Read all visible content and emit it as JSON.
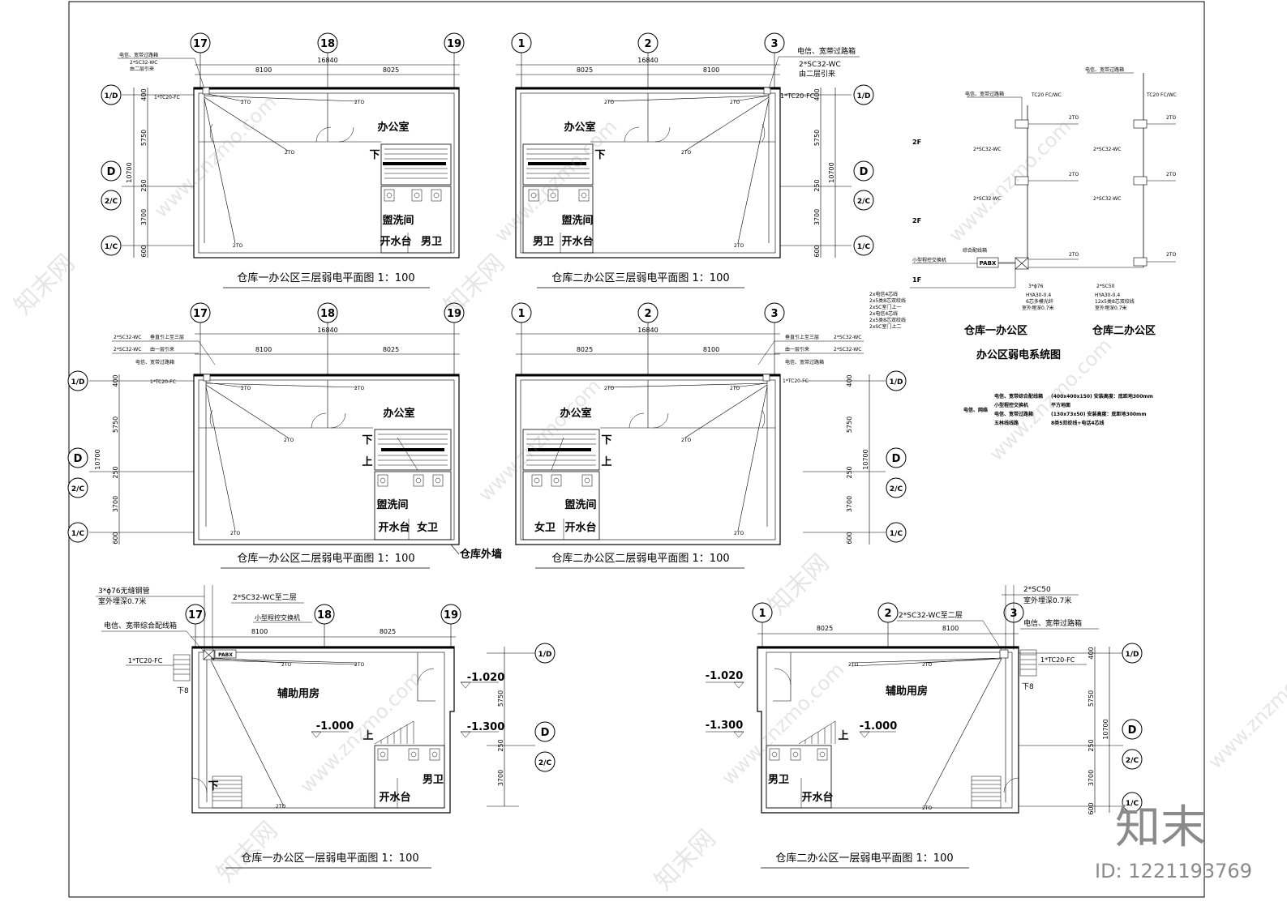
{
  "plans": {
    "p1": {
      "title": "仓库一办公区三层弱电平面图 1：100",
      "axes_top": [
        "17",
        "18",
        "19"
      ],
      "dims": [
        "16840",
        "8100",
        "8025"
      ],
      "axes_side": [
        "1/D",
        "D",
        "2/C",
        "1/C"
      ],
      "side_dims": [
        "10700",
        "5750",
        "250",
        "3700",
        "400",
        "600"
      ],
      "rooms": [
        "办公室",
        "盥洗间",
        "开水台",
        "男卫"
      ],
      "stair": "下",
      "notes": [
        "电信、宽带过路箱",
        "2*SC32-WC",
        "由二层引来",
        "1*TC20-FC"
      ]
    },
    "p2": {
      "title": "仓库二办公区三层弱电平面图 1：100",
      "axes_top": [
        "1",
        "2",
        "3"
      ],
      "dims": [
        "16840",
        "8025",
        "8100"
      ],
      "axes_side": [
        "1/D",
        "D",
        "2/C",
        "1/C"
      ],
      "side_dims": [
        "10700",
        "5750",
        "250",
        "3700",
        "400",
        "600"
      ],
      "rooms": [
        "办公室",
        "盥洗间",
        "男卫",
        "开水台"
      ],
      "stair": "下",
      "notes": [
        "电信、宽带过路箱",
        "2*SC32-WC",
        "由二层引来",
        "1*TC20-FC"
      ]
    },
    "p3": {
      "title": "仓库一办公区二层弱电平面图 1：100",
      "axes_top": [
        "17",
        "18",
        "19"
      ],
      "dims": [
        "16840",
        "8100",
        "8025"
      ],
      "axes_side": [
        "1/D",
        "D",
        "2/C",
        "1/C"
      ],
      "side_dims": [
        "10700",
        "5750",
        "250",
        "3700",
        "400",
        "600"
      ],
      "rooms": [
        "办公室",
        "盥洗间",
        "开水台",
        "女卫"
      ],
      "stair_down": "下",
      "stair_up": "上",
      "wall_note": "仓库外墙",
      "notes": [
        "2*SC32-WC",
        "垂直引上至三层",
        "2*SC32-WC",
        "由一层引来",
        "电信、宽带过路箱",
        "1*TC20-FC"
      ]
    },
    "p4": {
      "title": "仓库二办公区二层弱电平面图 1：100",
      "axes_top": [
        "1",
        "2",
        "3"
      ],
      "dims": [
        "16840",
        "8025",
        "8100"
      ],
      "axes_side": [
        "1/D",
        "D",
        "2/C",
        "1/C"
      ],
      "side_dims": [
        "10700",
        "5750",
        "250",
        "3700",
        "400",
        "600"
      ],
      "rooms": [
        "办公室",
        "盥洗间",
        "女卫",
        "开水台"
      ],
      "stair_down": "下",
      "stair_up": "上",
      "notes": [
        "垂直引上至三层",
        "2*SC32-WC",
        "由一层引来",
        "2*SC32-WC",
        "电信、宽带过路箱",
        "1*TC20-FC"
      ]
    },
    "p5": {
      "title": "仓库一办公区一层弱电平面图 1：100",
      "axes_top": [
        "17",
        "18",
        "19"
      ],
      "dims": [
        "8100",
        "8025"
      ],
      "axes_side": [
        "1/D",
        "D",
        "2/C"
      ],
      "side_dims": [
        "5750",
        "250",
        "3700"
      ],
      "rooms": [
        "辅助用房",
        "男卫",
        "开水台"
      ],
      "levels": [
        "-1.020",
        "-1.300",
        "-1.000"
      ],
      "stair_down": "下",
      "stair_up": "上",
      "stair_steps": "下8",
      "notes": [
        "3*ϕ76无缝钢管",
        "室外埋深0.7米",
        "2*SC32-WC至二层",
        "小型程控交换机",
        "电信、宽带综合配线箱",
        "1*TC20-FC",
        "PABX"
      ]
    },
    "p6": {
      "title": "仓库二办公区一层弱电平面图 1：100",
      "axes_top": [
        "1",
        "2",
        "3"
      ],
      "dims": [
        "8025",
        "8100"
      ],
      "axes_side": [
        "1/D",
        "D",
        "2/C",
        "1/C"
      ],
      "side_dims": [
        "10700",
        "5750",
        "250",
        "3700",
        "400",
        "600"
      ],
      "rooms": [
        "辅助用房",
        "男卫",
        "开水台"
      ],
      "levels": [
        "-1.020",
        "-1.300",
        "-1.000"
      ],
      "stair_up": "上",
      "stair_steps": "下8",
      "notes": [
        "2*SC50",
        "室外埋深0.7米",
        "2*SC32-WC至二层",
        "电信、宽带过路箱",
        "1*TC20-FC"
      ]
    }
  },
  "system": {
    "title": "办公区弱电系统图",
    "col1": "仓库一办公区",
    "col2": "仓库二办公区",
    "floors": [
      "2F",
      "2F",
      "1F"
    ],
    "labels": {
      "box": "电信、宽带过路箱",
      "tc": "TC20 FC/WC",
      "sc": "2*SC32-WC",
      "dist": "综合配线箱",
      "pabx_label": "小型程控交换机",
      "pabx": "PABX",
      "outlet": "2TO",
      "pipe1": "3*ϕ76",
      "hya": "HYA30-0.4",
      "fiber": "6芯多模光纤",
      "bury": "室外埋深0.7米",
      "sc50": "2*SC50",
      "hya2": "HYA30-0.4",
      "cat5": "12x5类8芯双绞线",
      "bury2": "室外埋深0.7米"
    },
    "left_notes": [
      "2x电信4芯线",
      "2x5类8芯双绞线",
      "2xSC室门上一",
      "2x电信4芯线",
      "2x5类8芯双绞线",
      "2xSC室门上二"
    ]
  },
  "legend": [
    {
      "label": "电信、宽带综合配线箱",
      "desc": "(400x400x150) 安装高度：底距地300mm"
    },
    {
      "label": "小型程控交换机",
      "desc": "平方地面"
    },
    {
      "label": "电信、宽带过路箱",
      "desc": "(130x73x50) 安装高度：底距地300mm"
    },
    {
      "label": "五林线线路",
      "desc": "8类5双绞线+电话4芯线"
    }
  ],
  "legend_side": "电信、网络",
  "watermark": {
    "brand": "知末",
    "id": "ID: 1221193769",
    "site": "www.znzmo.com",
    "site_cn": "知末网"
  }
}
